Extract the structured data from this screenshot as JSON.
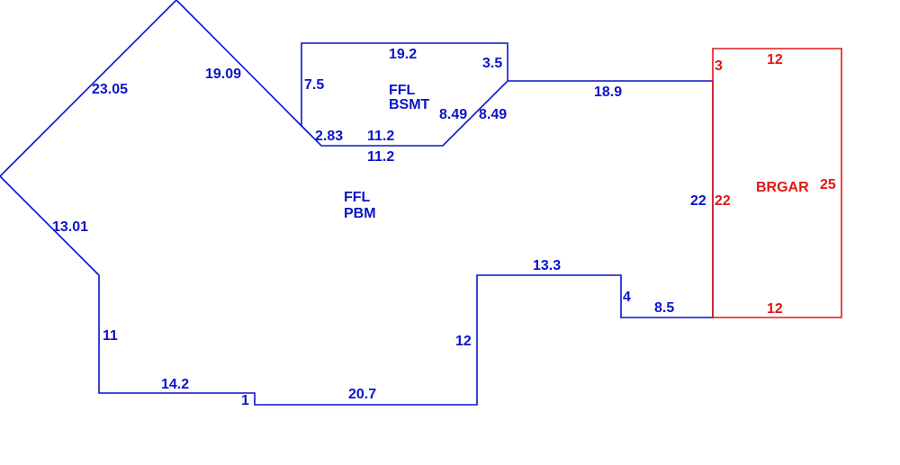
{
  "colors": {
    "main": "#0a14c8",
    "garage": "#e01818",
    "background": "#ffffff"
  },
  "areas": {
    "main_name_line1": "FFL",
    "main_name_line2": "PBM",
    "basement_name_line1": "FFL",
    "basement_name_line2": "BSMT",
    "garage_name": "BRGAR"
  },
  "dimensions": {
    "main": {
      "nw_upper": "23.05",
      "nw_inner": "19.09",
      "west_diag": "13.01",
      "west": "11",
      "south_left": "14.2",
      "south_jog": "1",
      "south_right": "20.7",
      "step_vertical": "12",
      "step_top": "13.3",
      "small_vertical": "4",
      "south_east": "8.5",
      "east": "22",
      "north_east": "18.9",
      "notch_bottom": "11.2"
    },
    "basement": {
      "top": "19.2",
      "left": "7.5",
      "top_right": "3.5",
      "diag_left": "2.83",
      "bottom": "11.2",
      "diag_inner": "8.49",
      "diag_outer": "8.49"
    },
    "garage": {
      "top": "12",
      "bottom": "12",
      "west": "22",
      "east": "25",
      "corner": "3"
    }
  }
}
